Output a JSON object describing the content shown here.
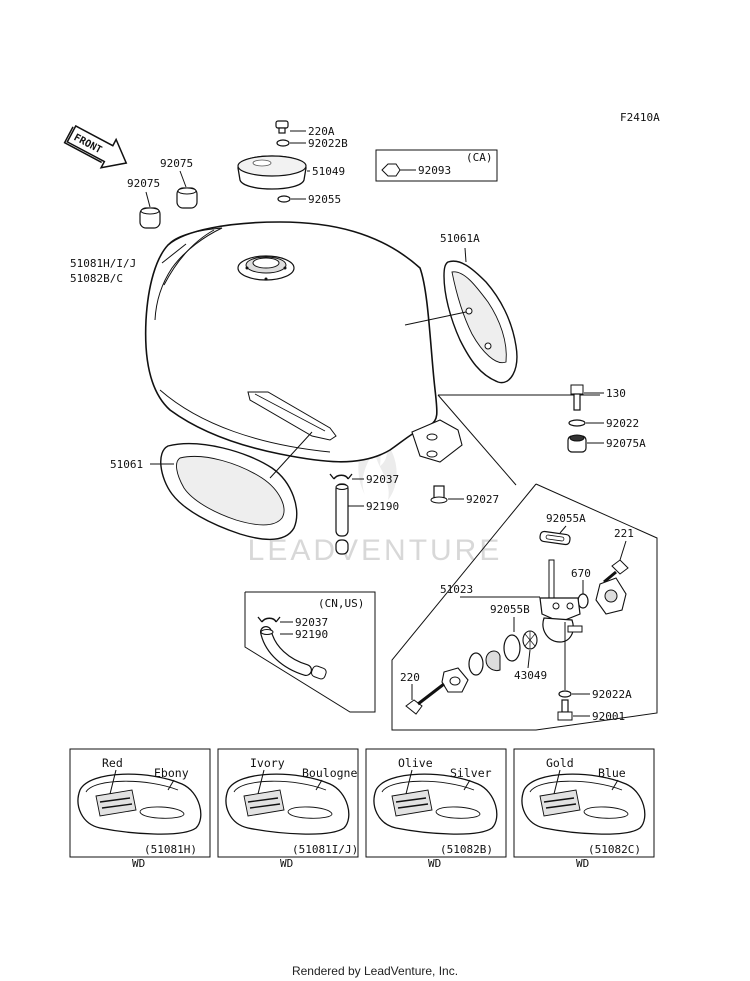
{
  "figure_code": "F2410A",
  "front_label": "FRONT",
  "watermark": "LEADVENTURE",
  "footer": "Rendered by LeadVenture, Inc.",
  "labels": {
    "p220A": "220A",
    "p92022B": "92022B",
    "p51049": "51049",
    "p92055": "92055",
    "p92075a": "92075",
    "p92075b": "92075",
    "p92093": "92093",
    "ca": "(CA)",
    "p51081": "51081H/I/J",
    "p51082": "51082B/C",
    "p51061A": "51061A",
    "p130": "130",
    "p92022": "92022",
    "p92075A": "92075A",
    "p51061": "51061",
    "p92037": "92037",
    "p92190": "92190",
    "p92027": "92027",
    "p92055A": "92055A",
    "p221": "221",
    "p51023": "51023",
    "p670": "670",
    "p92055B": "92055B",
    "p43049": "43049",
    "p220": "220",
    "p92022A": "92022A",
    "p92001": "92001",
    "cnus": "(CN,US)",
    "p92037b": "92037",
    "p92190b": "92190"
  },
  "variants": [
    {
      "color1": "Red",
      "color2": "Ebony",
      "code": "(51081H)",
      "wd": "WD"
    },
    {
      "color1": "Ivory",
      "color2": "Boulogne",
      "code": "(51081I/J)",
      "wd": "WD"
    },
    {
      "color1": "Olive",
      "color2": "Silver",
      "code": "(51082B)",
      "wd": "WD"
    },
    {
      "color1": "Gold",
      "color2": "Blue",
      "code": "(51082C)",
      "wd": "WD"
    }
  ]
}
